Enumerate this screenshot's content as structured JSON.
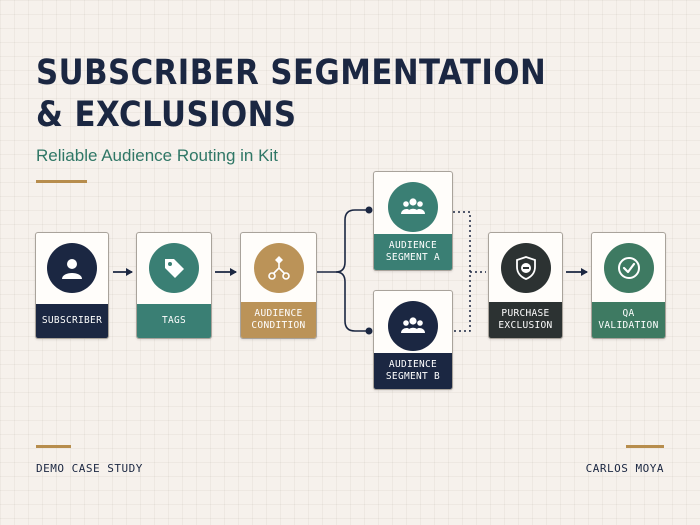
{
  "header": {
    "title_line1": "SUBSCRIBER SEGMENTATION",
    "title_line2": "& EXCLUSIONS",
    "subtitle": "Reliable Audience Routing in Kit"
  },
  "nodes": {
    "subscriber": {
      "label": "SUBSCRIBER",
      "icon": "person-icon"
    },
    "tags": {
      "label": "TAGS",
      "icon": "tag-icon"
    },
    "audience_condition": {
      "label": "AUDIENCE\nCONDITION",
      "icon": "branch-icon"
    },
    "segment_a": {
      "label": "AUDIENCE\nSEGMENT A",
      "icon": "group-icon"
    },
    "segment_b": {
      "label": "AUDIENCE\nSEGMENT B",
      "icon": "group-icon"
    },
    "purchase_exclusion": {
      "label": "PURCHASE\nEXCLUSION",
      "icon": "shield-minus-icon"
    },
    "qa_validation": {
      "label": "QA\nVALIDATION",
      "icon": "check-circle-icon"
    }
  },
  "footer": {
    "left": "DEMO CASE STUDY",
    "right": "CARLOS MOYA"
  },
  "colors": {
    "navy": "#1b2742",
    "teal": "#3a7f74",
    "gold": "#bb9358",
    "charcoal": "#2c3232",
    "green": "#3e7a62",
    "accent_rule": "#b78d4d"
  }
}
